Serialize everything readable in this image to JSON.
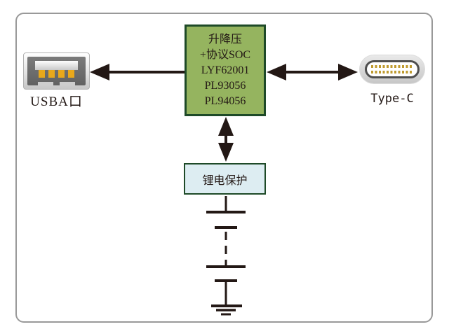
{
  "colors": {
    "line": "#231815",
    "frame": "#999999",
    "soc_fill": "#95b45f",
    "soc_border": "#1e4a28",
    "protection_fill": "#ddedf2",
    "protection_border": "#1e4a28",
    "usb_gold": "#e9a81b",
    "typec_gold": "#bf9b2f"
  },
  "nodes": {
    "soc": {
      "lines": [
        "升降压",
        "+协议SOC",
        "LYF62001",
        "PL93056",
        "PL94056"
      ]
    },
    "protection": {
      "label": "锂电保护"
    },
    "usb_a": {
      "label": "USBA口",
      "icon": "usb-a-port-icon"
    },
    "type_c": {
      "label": "Type-C",
      "icon": "type-c-port-icon"
    },
    "battery": {
      "icon": "battery-cells-icon"
    },
    "ground": {
      "icon": "ground-icon"
    }
  },
  "edges": [
    {
      "from": "soc",
      "to": "usb_a",
      "arrow": "single-toward-usb_a"
    },
    {
      "from": "soc",
      "to": "type_c",
      "arrow": "double"
    },
    {
      "from": "soc",
      "to": "protection",
      "arrow": "double"
    },
    {
      "from": "protection",
      "to": "battery",
      "arrow": "none"
    },
    {
      "from": "battery",
      "to": "ground",
      "arrow": "none"
    }
  ]
}
